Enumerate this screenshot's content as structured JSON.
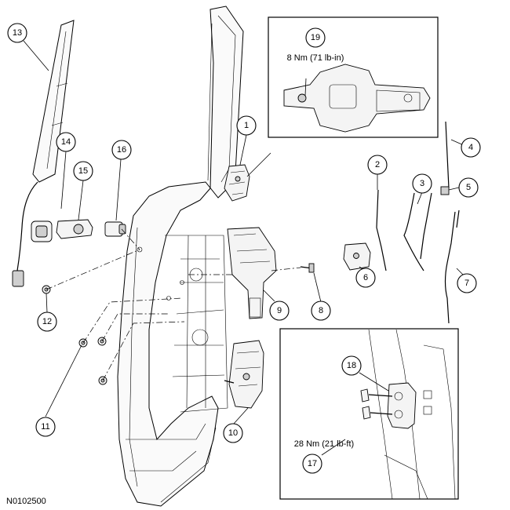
{
  "diagram_id": "N0102500",
  "callouts": [
    "1",
    "2",
    "3",
    "4",
    "5",
    "6",
    "7",
    "8",
    "9",
    "10",
    "11",
    "12",
    "13",
    "14",
    "15",
    "16",
    "17",
    "18",
    "19"
  ],
  "torque_top": "8 Nm (71 lb-in)",
  "torque_bottom": "28 Nm (21 lb-ft)"
}
